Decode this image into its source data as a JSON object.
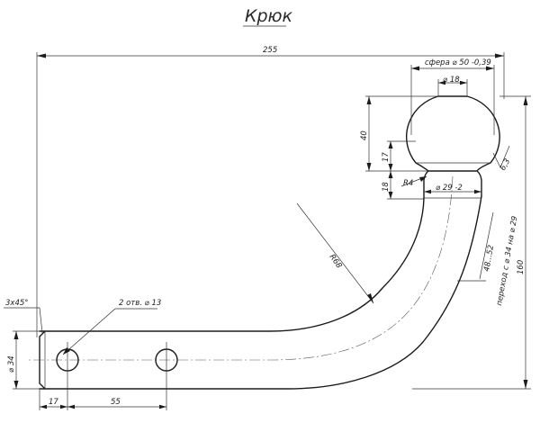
{
  "title": "Крюк",
  "dimensions": {
    "overall_length": "255",
    "ball_sphere": "сфера ⌀ 50 -0,39",
    "neck_diameter": "⌀ 18",
    "ball_height": "40",
    "ball_lower": "17",
    "neck_height": "18",
    "fillet_radius": "R4",
    "neck_width": "⌀ 29 -2",
    "roughness": "6,3",
    "bend_radius": "R68",
    "transition": "переход с ⌀ 34 на ⌀ 29",
    "transition_len": "48...52",
    "overall_height": "160",
    "chamfer": "3x45°",
    "holes": "2 отв. ⌀ 13",
    "shank_diameter": "⌀ 34",
    "hole_offset": "17",
    "hole_spacing": "55"
  }
}
